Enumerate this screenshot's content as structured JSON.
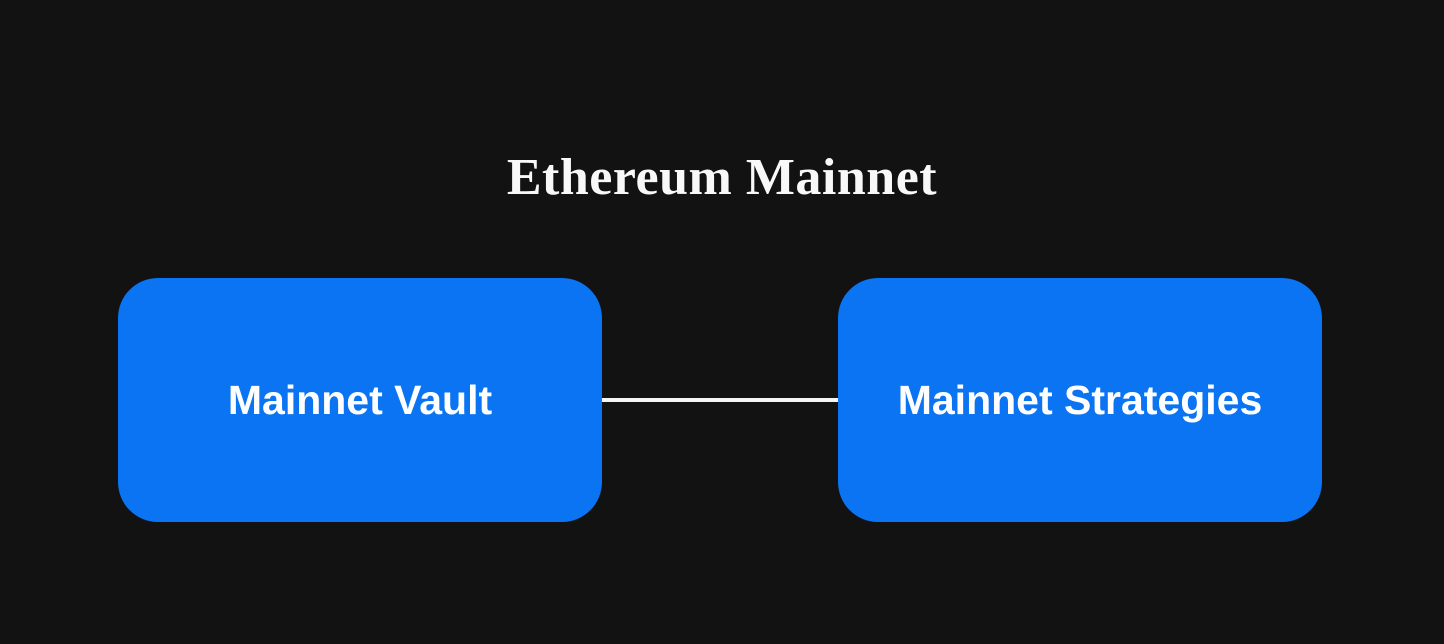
{
  "diagram": {
    "title": "Ethereum Mainnet",
    "nodes": [
      {
        "id": "mainnet-vault",
        "label": "Mainnet Vault"
      },
      {
        "id": "mainnet-strategies",
        "label": "Mainnet Strategies"
      }
    ],
    "edges": [
      {
        "from": "mainnet-vault",
        "to": "mainnet-strategies",
        "style": "solid-horizontal-line"
      }
    ],
    "colors": {
      "background": "#121212",
      "node_fill": "#0b74f2",
      "node_text": "#ffffff",
      "edge": "#f5f5f5",
      "title_text": "#f8f8f8"
    }
  }
}
